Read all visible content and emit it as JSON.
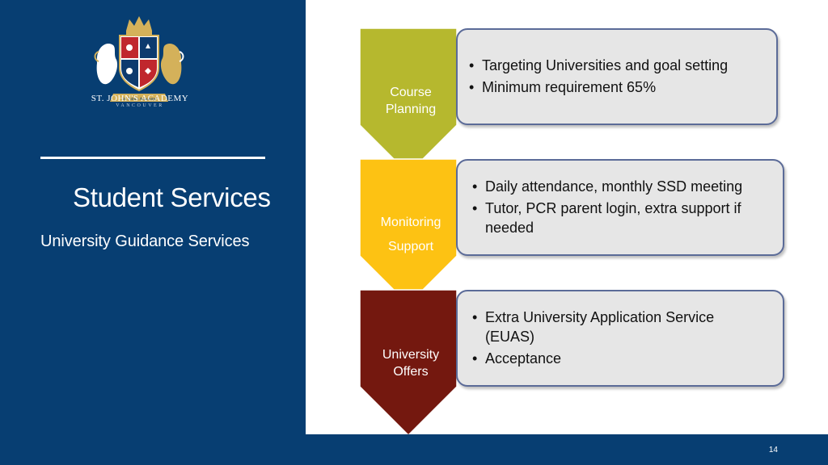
{
  "brand": {
    "name": "ST. JOHN'S ACADEMY",
    "location": "VANCOUVER",
    "crest_banner": "St. John's Academy",
    "colors": {
      "navy": "#073e72",
      "gold": "#d4b15a",
      "red": "#c0272d"
    }
  },
  "sidebar": {
    "title": "Student Services",
    "subtitle": "University Guidance Services"
  },
  "stages": [
    {
      "label_lines": [
        "Course",
        "Planning"
      ],
      "color": "#b6b82e",
      "label_color": "#ffffff",
      "bullets": [
        "Targeting Universities and goal setting",
        "Minimum requirement 65%"
      ]
    },
    {
      "label_lines": [
        "Monitoring",
        "Support"
      ],
      "color": "#fdc213",
      "label_color": "#ffffff",
      "bullets": [
        "Daily attendance, monthly SSD meeting",
        "Tutor, PCR parent login, extra support if needed"
      ]
    },
    {
      "label_lines": [
        "University",
        "Offers"
      ],
      "color": "#74180f",
      "label_color": "#ffffff",
      "bullets": [
        "Extra University Application Service (EUAS)",
        "Acceptance"
      ]
    }
  ],
  "footer": {
    "page_number": "14"
  }
}
